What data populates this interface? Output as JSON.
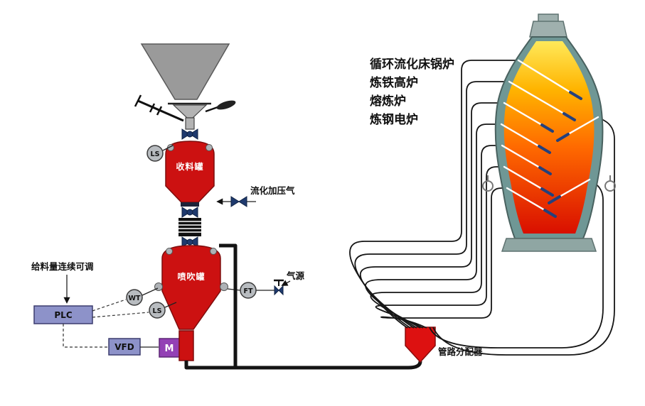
{
  "labels": {
    "receiving_tank": "收料罐",
    "injection_tank": "喷吹罐",
    "fluidizing_gas": "流化加压气",
    "gas_source": "气源",
    "feed_note": "给料量连续可调",
    "distributor": "管路分配器"
  },
  "instruments": {
    "ls_upper": "LS",
    "ls_lower": "LS",
    "wt": "WT",
    "ft": "FT"
  },
  "boxes": {
    "plc": "PLC",
    "vfd": "VFD",
    "motor": "M"
  },
  "applications": [
    "循环流化床锅炉",
    "炼铁高炉",
    "熔炼炉",
    "炼钢电炉"
  ],
  "colors": {
    "vessel_red": "#cc1111",
    "valve_navy": "#1f3a6e",
    "furnace_shell_teal": "#6f9795",
    "flame_top_yellow": "#ffe95a",
    "flame_bottom_red": "#d90f00",
    "control_box_purple": "#8d92c9",
    "motor_purple": "#9340b5",
    "hopper_gray": "#9a9a9a"
  }
}
